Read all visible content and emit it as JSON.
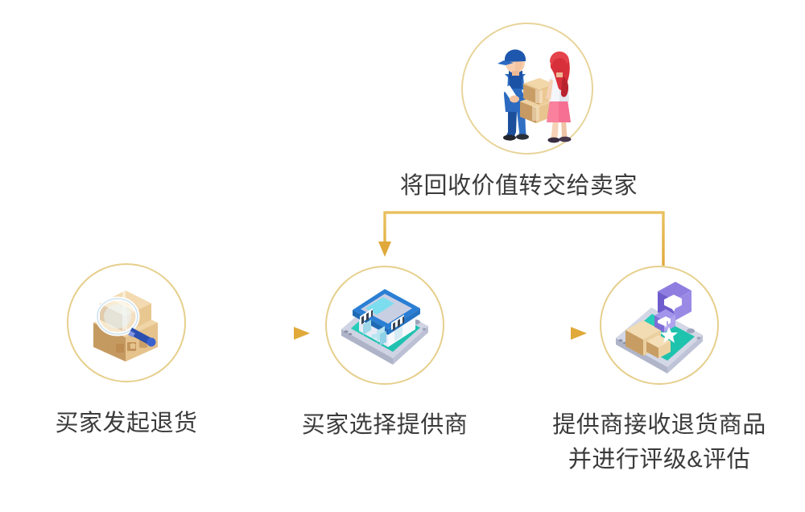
{
  "diagram": {
    "type": "process-flow",
    "background_color": "#ffffff",
    "accent_color": "#e0a93a",
    "ring_color": "#e6cf8c",
    "text_color": "#3b3b3b",
    "title_text": "将回收价值转交给卖家"
  },
  "nodes": [
    {
      "id": "node-buyer-return",
      "label": "买家发起退货",
      "icon_name": "package-magnifier-icon",
      "icon_description": "cardboard box with magnifying glass"
    },
    {
      "id": "node-choose-provider",
      "label": "买家选择提供商",
      "icon_name": "storefront-phone-icon",
      "icon_description": "isometric shop storefront on smartphone"
    },
    {
      "id": "node-provider-receive",
      "label_line1": "提供商接收退货商品",
      "label_line2": "并进行评级&评估",
      "icon_name": "boxes-review-phone-icon",
      "icon_description": "boxes on smartphone with review cards and star"
    },
    {
      "id": "node-handover",
      "label": "",
      "icon_name": "courier-handover-icon",
      "icon_description": "courier in blue uniform handing boxes to woman"
    }
  ],
  "connectors": [
    {
      "id": "arrow-1",
      "from": "node-buyer-return",
      "to": "node-choose-provider",
      "style": "straight-arrow",
      "direction": "right",
      "color": "#e0a93a"
    },
    {
      "id": "arrow-2",
      "from": "node-choose-provider",
      "to": "node-provider-receive",
      "style": "straight-arrow",
      "direction": "right",
      "color": "#e0a93a"
    },
    {
      "id": "arrow-3",
      "from": "node-provider-receive",
      "to": "node-choose-provider",
      "style": "bracket-arrow",
      "direction": "up-left-down",
      "label": "将回收价值转交给卖家",
      "color": "#e0a93a"
    }
  ]
}
